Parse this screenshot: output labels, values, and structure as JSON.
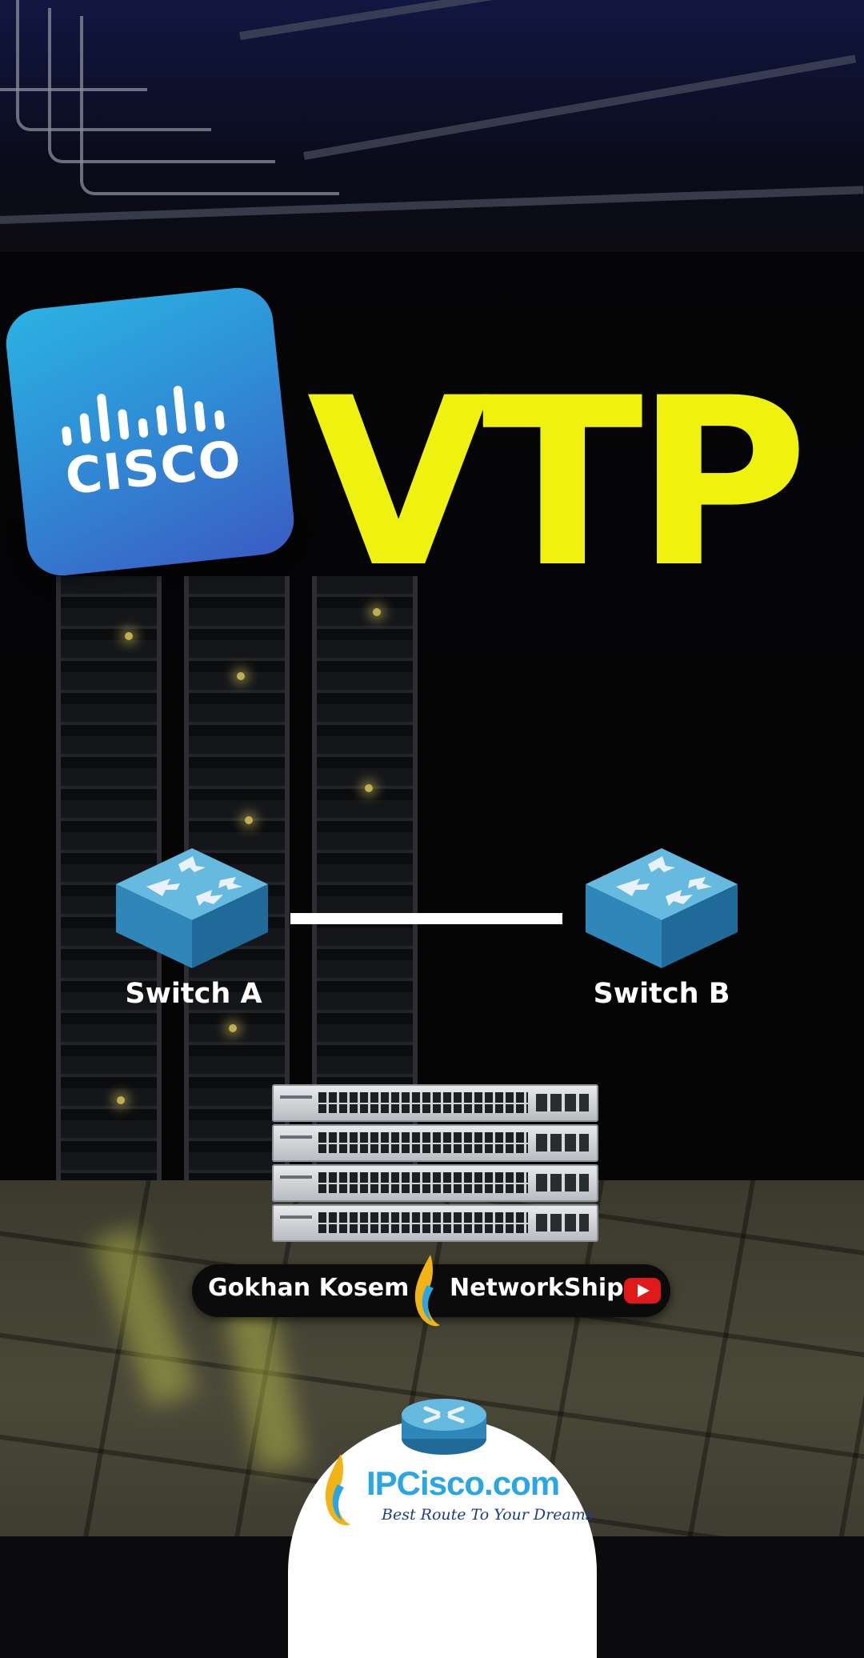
{
  "logo": {
    "wordmark": "CISCO",
    "icon": "cisco-bridge-icon",
    "color_top": "#2bb2e3",
    "color_bottom": "#3b5cc4"
  },
  "title": {
    "text": "VTP",
    "color": "#eef20e"
  },
  "topology": {
    "switch_a": {
      "label": "Switch A",
      "icon": "switch-icon"
    },
    "switch_b": {
      "label": "Switch B",
      "icon": "switch-icon"
    },
    "link_color": "#ffffff"
  },
  "stack": {
    "icon": "stacked-switch-hardware",
    "units": 4
  },
  "channel": {
    "author": "Gokhan Kosem",
    "name": "NetworkShip",
    "youtube_icon": "youtube-icon",
    "youtube_color": "#e01a1a"
  },
  "brand": {
    "name": "IPCisco.com",
    "tagline": "Best Route To Your Dreams",
    "name_color": "#2aa6e3",
    "router_icon": "router-icon"
  }
}
